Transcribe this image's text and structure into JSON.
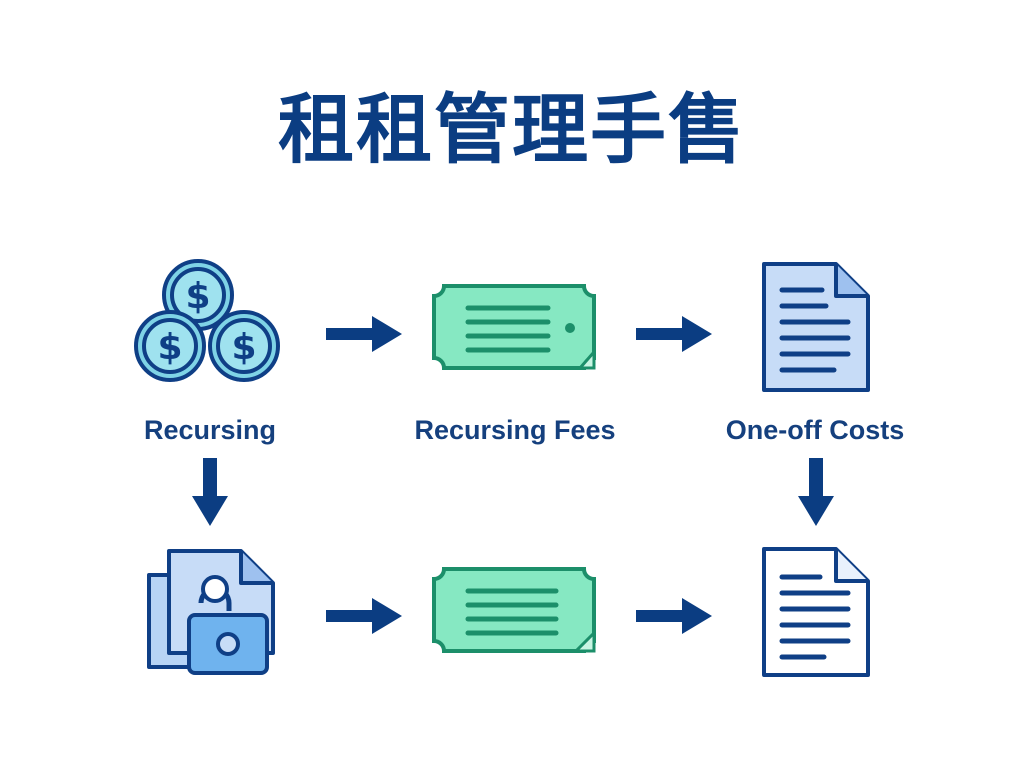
{
  "diagram": {
    "title": "租租管理手售",
    "nodes": [
      {
        "id": "recursing",
        "label": "Recursing",
        "icon": "coins-icon"
      },
      {
        "id": "recursing-fees",
        "label": "Recursing Fees",
        "icon": "ticket-icon"
      },
      {
        "id": "one-off-costs",
        "label": "One-off Costs",
        "icon": "document-icon"
      },
      {
        "id": "files-lock",
        "label": "",
        "icon": "files-lock-icon"
      },
      {
        "id": "ticket-2",
        "label": "",
        "icon": "ticket-icon"
      },
      {
        "id": "document-2",
        "label": "",
        "icon": "document-outline-icon"
      }
    ],
    "edges": [
      {
        "from": "recursing",
        "to": "recursing-fees"
      },
      {
        "from": "recursing-fees",
        "to": "one-off-costs"
      },
      {
        "from": "recursing",
        "to": "files-lock"
      },
      {
        "from": "one-off-costs",
        "to": "document-2"
      },
      {
        "from": "files-lock",
        "to": "ticket-2"
      },
      {
        "from": "ticket-2",
        "to": "document-2"
      }
    ],
    "colors": {
      "title": "#0b3d82",
      "label": "#15407e",
      "arrow": "#0b3d82",
      "coin_fill": "#7fd3e6",
      "ticket_fill": "#86e8c2",
      "ticket_stroke": "#1c8f6a",
      "doc_fill": "#c7dcf7",
      "icon_stroke": "#0f3f86"
    }
  }
}
